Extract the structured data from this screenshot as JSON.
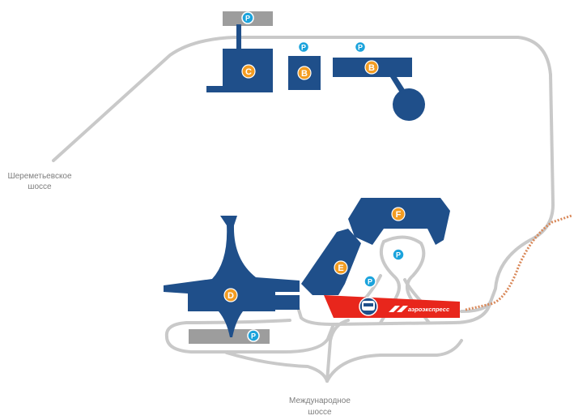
{
  "roads": {
    "sheremetyevskoe_line1": "Шереметьевское",
    "sheremetyevskoe_line2": "шоссе",
    "mezhdunarodnoe_line1": "Международное",
    "mezhdunarodnoe_line2": "шоссе"
  },
  "terminals": {
    "c": "C",
    "b_small": "B",
    "b_long": "B",
    "d": "D",
    "e": "E",
    "f": "F"
  },
  "parking_symbol": "P",
  "aeroexpress": {
    "label": "аэроэкспресс",
    "color": "#e8261c"
  },
  "colors": {
    "terminal": "#1f4f8a",
    "parking": "#1ba3dc",
    "terminal_badge": "#f39c21",
    "road": "#c9c9c9",
    "rail": "#d9895a"
  }
}
